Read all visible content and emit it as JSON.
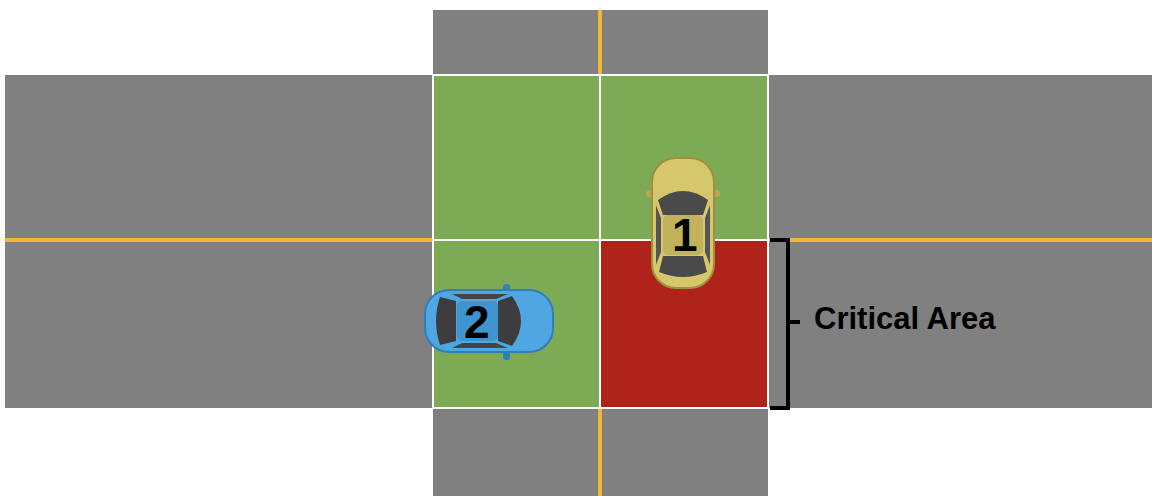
{
  "diagram": {
    "labels": [
      "1",
      "2",
      "Critical Area"
    ]
  }
}
